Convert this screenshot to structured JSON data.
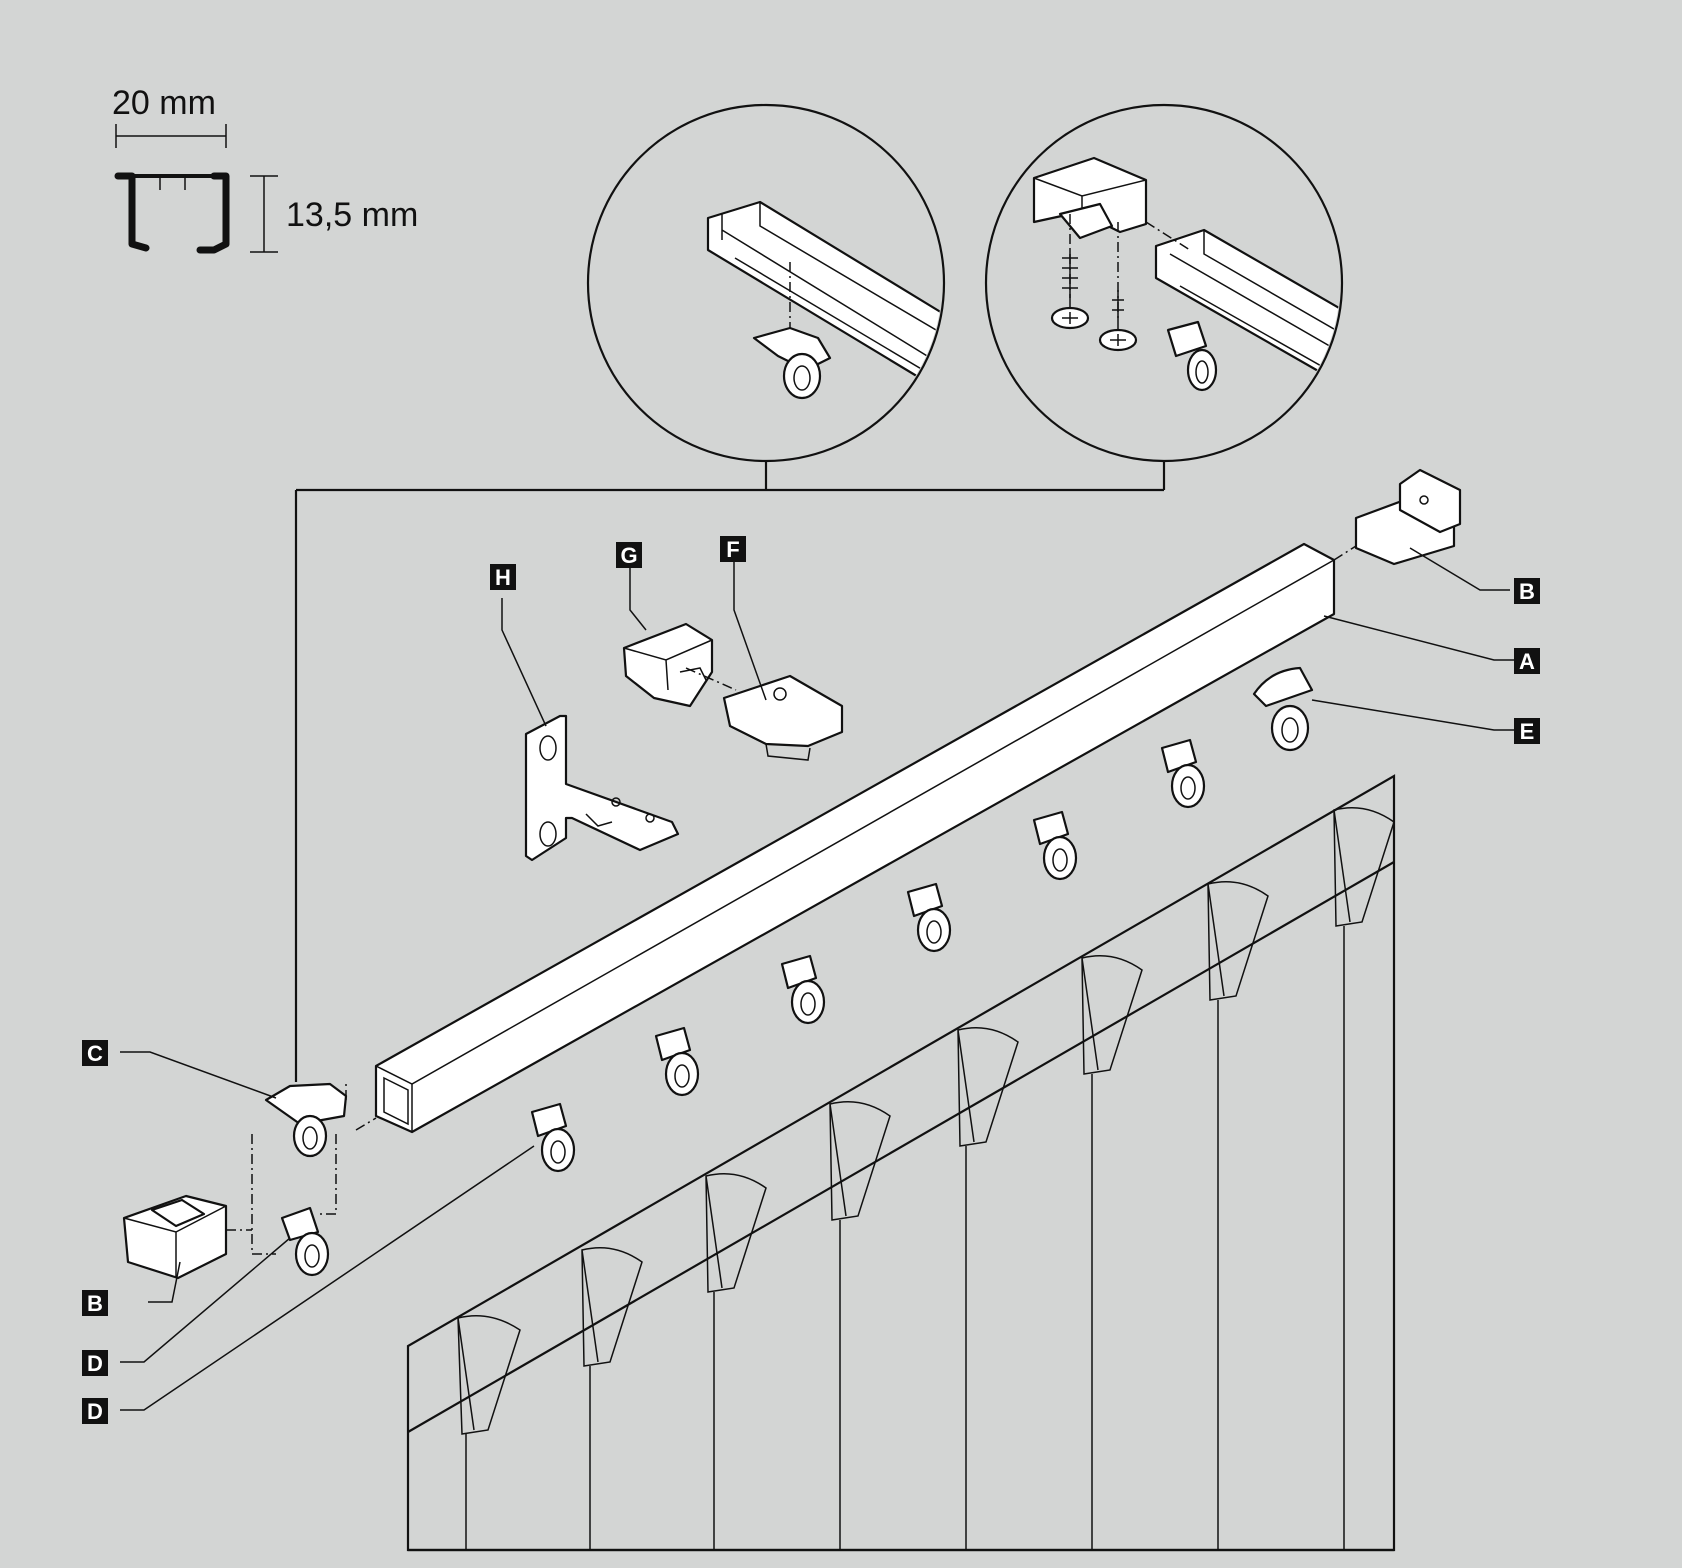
{
  "dimensions": {
    "width_label": "20 mm",
    "height_label": "13,5 mm"
  },
  "labels": {
    "A": "A",
    "B": "B",
    "C": "C",
    "D": "D",
    "E": "E",
    "F": "F",
    "G": "G",
    "H": "H"
  },
  "colors": {
    "background": "#d3d5d4",
    "line": "#111111",
    "part_fill": "#ffffff"
  }
}
